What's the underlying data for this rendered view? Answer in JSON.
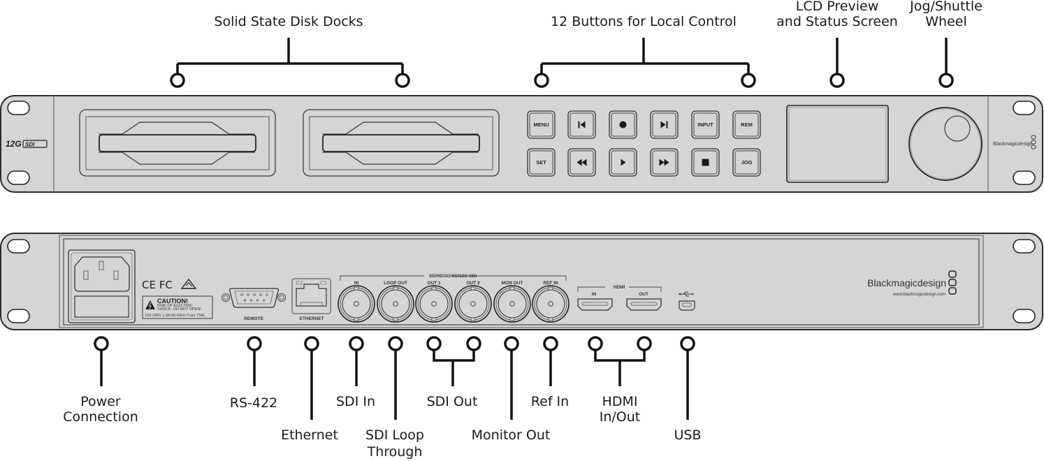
{
  "front_panel": {
    "model_badge": "12G SDI",
    "brand": "Blackmagicdesign",
    "buttons": [
      {
        "id": "menu",
        "label": "MENU",
        "icon": null
      },
      {
        "id": "prev",
        "label": "",
        "icon": "skip-back-icon"
      },
      {
        "id": "record",
        "label": "",
        "icon": "record-icon"
      },
      {
        "id": "next",
        "label": "",
        "icon": "skip-forward-icon"
      },
      {
        "id": "input",
        "label": "INPUT",
        "icon": null
      },
      {
        "id": "rem",
        "label": "REM",
        "icon": null
      },
      {
        "id": "set",
        "label": "SET",
        "icon": null
      },
      {
        "id": "rewind",
        "label": "",
        "icon": "rewind-icon"
      },
      {
        "id": "play",
        "label": "",
        "icon": "play-icon"
      },
      {
        "id": "fast-forward",
        "label": "",
        "icon": "fast-forward-icon"
      },
      {
        "id": "stop",
        "label": "",
        "icon": "stop-icon"
      },
      {
        "id": "jog",
        "label": "JOG",
        "icon": null
      }
    ]
  },
  "rear_panel": {
    "brand": "Blackmagicdesign",
    "website": "www.blackmagicdesign.com",
    "caution_title": "CAUTION!",
    "caution_line1": "RISK OF ELECTRIC",
    "caution_line2": "SHOCK- DO NOT OPEN!",
    "power_rating": "100-240V 1.9A 50-60Hz Fuse T5AL",
    "cert_marks": "CE FC",
    "remote_label": "REMOTE",
    "ethernet_label": "ETHERNET",
    "sdi_group_label": "SD/HD/3G/6G/12G-SDI",
    "sdi_ports": [
      "IN",
      "LOOP OUT",
      "OUT 1",
      "OUT 2",
      "MON OUT",
      "REF IN"
    ],
    "hdmi_group_label": "HDMI",
    "hdmi_ports": [
      "IN",
      "OUT"
    ]
  },
  "callouts": {
    "top": {
      "ssd_docks": "Solid State Disk Docks",
      "buttons": "12 Buttons for Local Control",
      "lcd_line1": "LCD Preview",
      "lcd_line2": "and Status Screen",
      "jog_line1": "Jog/Shuttle",
      "jog_line2": "Wheel"
    },
    "bottom": {
      "power_line1": "Power",
      "power_line2": "Connection",
      "rs422": "RS-422",
      "ethernet": "Ethernet",
      "sdi_in": "SDI In",
      "sdi_loop_line1": "SDI Loop",
      "sdi_loop_line2": "Through",
      "sdi_out": "SDI Out",
      "monitor_out": "Monitor Out",
      "ref_in": "Ref In",
      "hdmi_line1": "HDMI",
      "hdmi_line2": "In/Out",
      "usb": "USB"
    }
  }
}
